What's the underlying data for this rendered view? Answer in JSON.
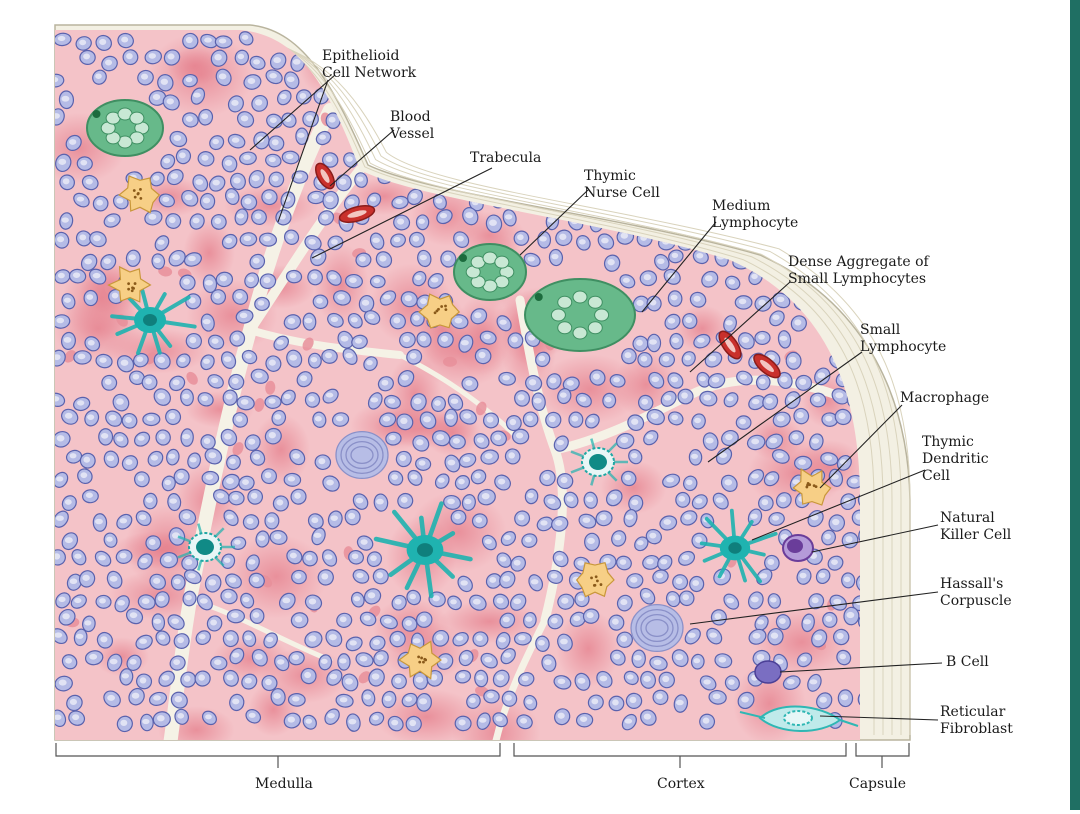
{
  "colors": {
    "tissue": "#f2b8be",
    "tissue_dark": "#e88f9a",
    "capsule": "#f2efe2",
    "lymphocyte_fill": "#b5bbe6",
    "lymphocyte_stroke": "#5a62ad",
    "lymphocyte_nucleus": "#ecedf8",
    "rbc": "#c9302c",
    "dendritic": "#1fb3b0",
    "macrophage": "#f7cf86",
    "nurse_cell": "#67b98a",
    "nk_cell": "#6a3d9a",
    "bcell": "#7a6ec2",
    "reticular": "#2fb7b4",
    "hassall": "#b7bde6",
    "leader": "#222222",
    "side_bar": "#1f6f63"
  },
  "labels": {
    "epithelioid": [
      "Epithelioid",
      "Cell Network"
    ],
    "blood_vessel": [
      "Blood",
      "Vessel"
    ],
    "trabecula": [
      "Trabecula"
    ],
    "thymic_nurse": [
      "Thymic",
      "Nurse Cell"
    ],
    "medium_lymphocyte": [
      "Medium",
      "Lymphocyte"
    ],
    "dense_aggregate": [
      "Dense Aggregate of",
      "Small Lymphocytes"
    ],
    "small_lymphocyte": [
      "Small",
      "Lymphocyte"
    ],
    "macrophage": [
      "Macrophage"
    ],
    "thymic_dendritic": [
      "Thymic",
      "Dendritic",
      "Cell"
    ],
    "nk_cell": [
      "Natural",
      "Killer Cell"
    ],
    "hassall": [
      "Hassall's",
      "Corpuscle"
    ],
    "bcell": [
      "B Cell"
    ],
    "reticular_fibroblast": [
      "Reticular",
      "Fibroblast"
    ]
  },
  "regions": {
    "medulla": "Medulla",
    "cortex": "Cortex",
    "capsule": "Capsule"
  }
}
